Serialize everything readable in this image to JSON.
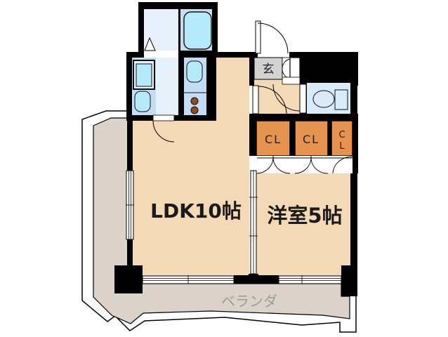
{
  "floorplan": {
    "rooms": {
      "ldk_label": "LDK10帖",
      "bedroom_label": "洋室5帖",
      "balcony_label": "ベランダ",
      "entrance_label": "玄",
      "closet1_label": "CL",
      "closet2_label": "CL",
      "closet3_line1": "C",
      "closet3_line2": "L"
    },
    "colors": {
      "wall": "#000000",
      "room_floor": "#F4D9B7",
      "balcony_floor": "#DBD2CA",
      "closet_fill": "#E5934E",
      "wet_area": "#C3DDF4",
      "fixture": "#B5EAFB",
      "pale_floor": "#E6F1FB",
      "toilet_room": "#D9EAF8",
      "entrance_floor": "#D2D2D2",
      "burner": "#8F4D1E",
      "balcony_text": "#9A9A9A",
      "label_text": "#1A1A1A",
      "closet_text": "#222222",
      "door_fill": "#FFFFFF"
    }
  }
}
